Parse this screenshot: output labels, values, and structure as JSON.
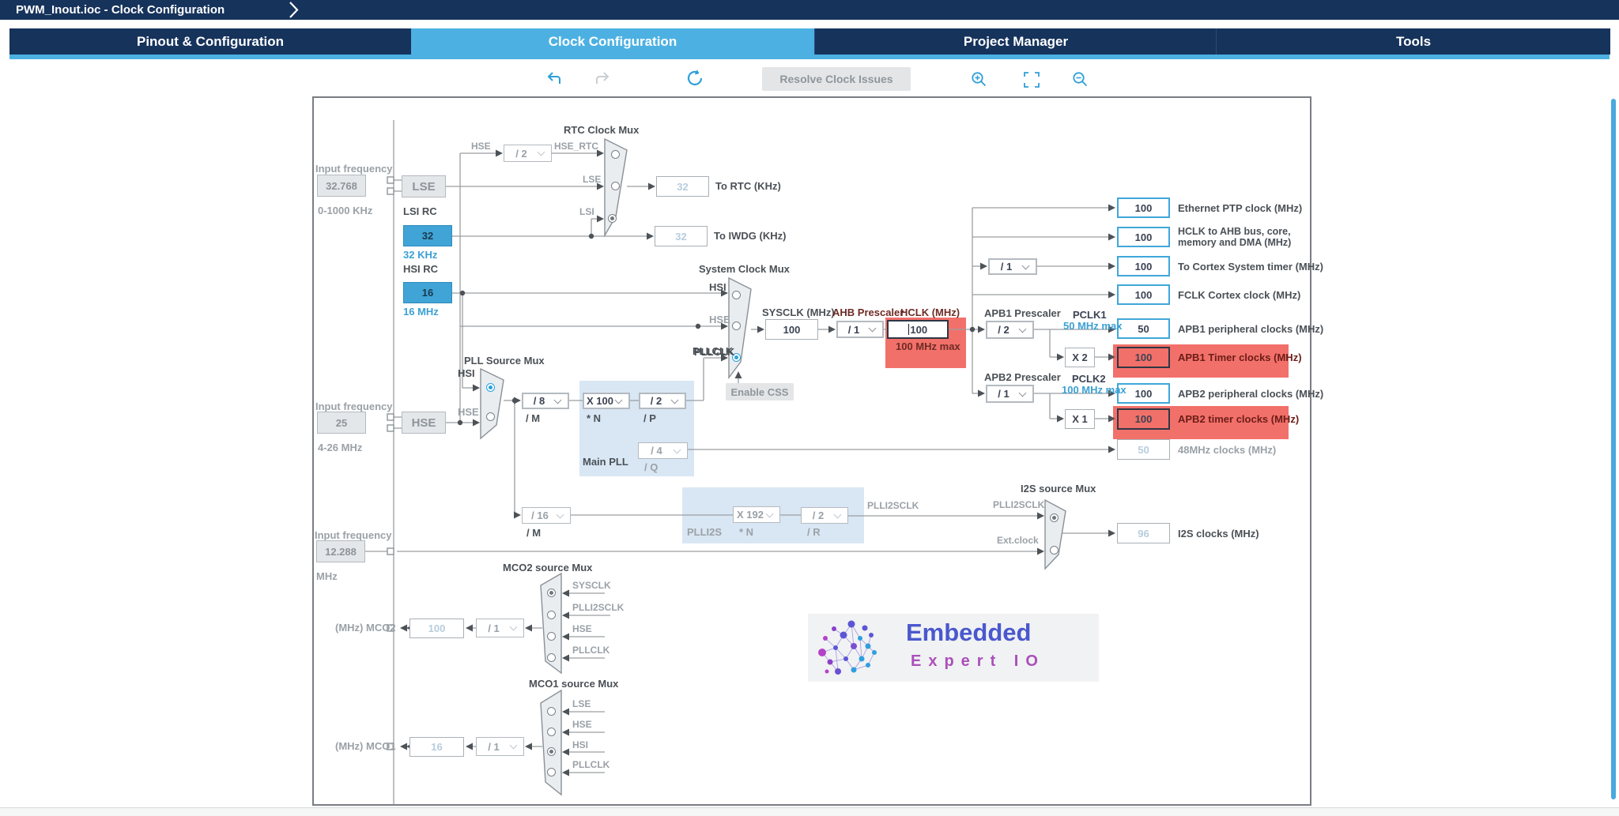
{
  "header": {
    "title": "PWM_Inout.ioc - Clock Configuration",
    "tabs": [
      "Pinout & Configuration",
      "Clock Configuration",
      "Project Manager",
      "Tools"
    ]
  },
  "toolbar": {
    "resolve": "Resolve Clock Issues",
    "icons": [
      "undo-icon",
      "redo-icon",
      "refresh-icon",
      "zoom-in-icon",
      "fit-screen-icon",
      "zoom-out-icon"
    ]
  },
  "sources": {
    "lse_input": {
      "label": "Input frequency",
      "value": "32.768",
      "range": "0-1000 KHz"
    },
    "lse": "LSE",
    "lsi": {
      "title": "LSI RC",
      "value": "32",
      "freq": "32 KHz"
    },
    "hsi": {
      "title": "HSI RC",
      "value": "16",
      "freq": "16 MHz"
    },
    "hse_input": {
      "label": "Input frequency",
      "value": "25",
      "range": "4-26 MHz"
    },
    "hse": "HSE",
    "i2s_input": {
      "label": "Input frequency",
      "value": "12.288",
      "range": "MHz"
    }
  },
  "rtc": {
    "title": "RTC Clock Mux",
    "hse": "HSE",
    "div": "/ 2",
    "hse_rtc": "HSE_RTC",
    "lse": "LSE",
    "lsi": "LSI",
    "rtc_value": "32",
    "rtc_label": "To RTC (KHz)",
    "iwdg_value": "32",
    "iwdg_label": "To IWDG (KHz)"
  },
  "sysmux": {
    "title": "System Clock Mux",
    "hsi": "HSI",
    "hse": "HSE",
    "pllclk": "PLLCLK",
    "sysclk_label": "SYSCLK (MHz)",
    "sysclk": "100",
    "ahb_label": "AHB Prescaler",
    "ahb": "/ 1",
    "hclk_label": "HCLK (MHz)",
    "hclk": "100",
    "hclk_max": "100 MHz max",
    "css": "Enable CSS"
  },
  "cortex": {
    "prescaler": "/ 1"
  },
  "outputs": [
    {
      "value": "100",
      "label": "Ethernet PTP clock (MHz)"
    },
    {
      "value": "100",
      "label": "HCLK to AHB bus, core, memory and DMA (MHz)"
    },
    {
      "value": "100",
      "label": "To Cortex System timer (MHz)"
    },
    {
      "value": "100",
      "label": "FCLK Cortex clock (MHz)"
    },
    {
      "value": "50",
      "label": "APB1 peripheral clocks (MHz)"
    },
    {
      "value": "100",
      "label": "APB1 Timer clocks (MHz)"
    },
    {
      "value": "100",
      "label": "APB2 peripheral clocks (MHz)"
    },
    {
      "value": "100",
      "label": "APB2 timer clocks (MHz)"
    },
    {
      "value": "50",
      "label": "48MHz clocks (MHz)"
    },
    {
      "value": "96",
      "label": "I2S clocks (MHz)"
    }
  ],
  "apb1": {
    "label": "APB1 Prescaler",
    "value": "/ 2",
    "pclk": "PCLK1",
    "max": "50 MHz max",
    "mult": "X 2"
  },
  "apb2": {
    "label": "APB2 Prescaler",
    "value": "/ 1",
    "pclk": "PCLK2",
    "max": "100 MHz max",
    "mult": "X 1"
  },
  "pll": {
    "title": "PLL Source Mux",
    "hsi": "HSI",
    "hse": "HSE",
    "m": "/ 8",
    "m_label": "/ M",
    "n": "X 100",
    "n_label": "* N",
    "p": "/ 2",
    "p_label": "/ P",
    "q": "/ 4",
    "q_label": "/ Q",
    "block": "Main PLL",
    "pllclk": "PLLCLK"
  },
  "plli2s": {
    "m": "/ 16",
    "m_label": "/ M",
    "n": "X 192",
    "n_label": "* N",
    "r": "/ 2",
    "r_label": "/ R",
    "block": "PLLI2S",
    "out": "PLLI2SCLK"
  },
  "i2s": {
    "title": "I2S source Mux",
    "in1": "PLLI2SCLK",
    "in2": "Ext.clock"
  },
  "mco2": {
    "title": "MCO2 source Mux",
    "in": [
      "SYSCLK",
      "PLLI2SCLK",
      "HSE",
      "PLLCLK"
    ],
    "div": "/ 1",
    "value": "100",
    "label": "(MHz) MCO2"
  },
  "mco1": {
    "title": "MCO1 source Mux",
    "in": [
      "LSE",
      "HSE",
      "HSI",
      "PLLCLK"
    ],
    "div": "/ 1",
    "value": "16",
    "label": "(MHz) MCO1"
  },
  "logo": {
    "line1": "Embedded",
    "line2": "Expert IO"
  },
  "colors": {
    "navy": "#16335c",
    "accent": "#4cb1e2",
    "error_fill": "#f2706a",
    "blue_fill": "#41a4d6",
    "panel_blue": "#d9e7f4"
  }
}
